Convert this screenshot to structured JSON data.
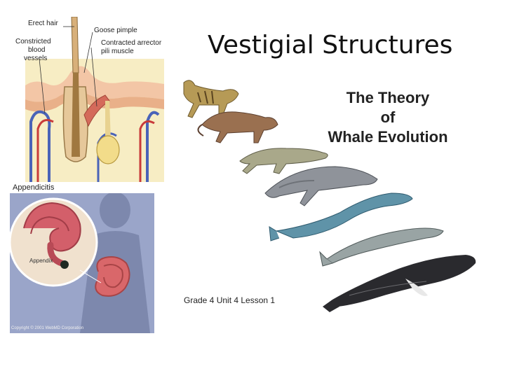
{
  "slide": {
    "title": "Vestigial Structures"
  },
  "skin_diagram": {
    "labels": {
      "erect_hair": "Erect hair",
      "goose_pimple": "Goose pimple",
      "constricted_1": "Constricted",
      "constricted_2": "blood",
      "constricted_3": "vessels",
      "arrector_1": "Contracted arrector",
      "arrector_2": "pili muscle"
    }
  },
  "appendix_image": {
    "title": "Appendicitis",
    "label": "Appendix",
    "copyright": "Copyright © 2001 WebMD Corporation"
  },
  "whale_evolution": {
    "title_line1": "The Theory",
    "title_line2": "of",
    "title_line3": "Whale Evolution",
    "caption": "Grade 4 Unit 4 Lesson 1"
  },
  "colors": {
    "skin_bg": "#f7edc4",
    "epidermis": "#f3c6a6",
    "vein": "#4a63b8",
    "artery": "#c83a3a",
    "appendix_bg": "#9aa5c9",
    "whale_dark": "#2a2a2e"
  }
}
